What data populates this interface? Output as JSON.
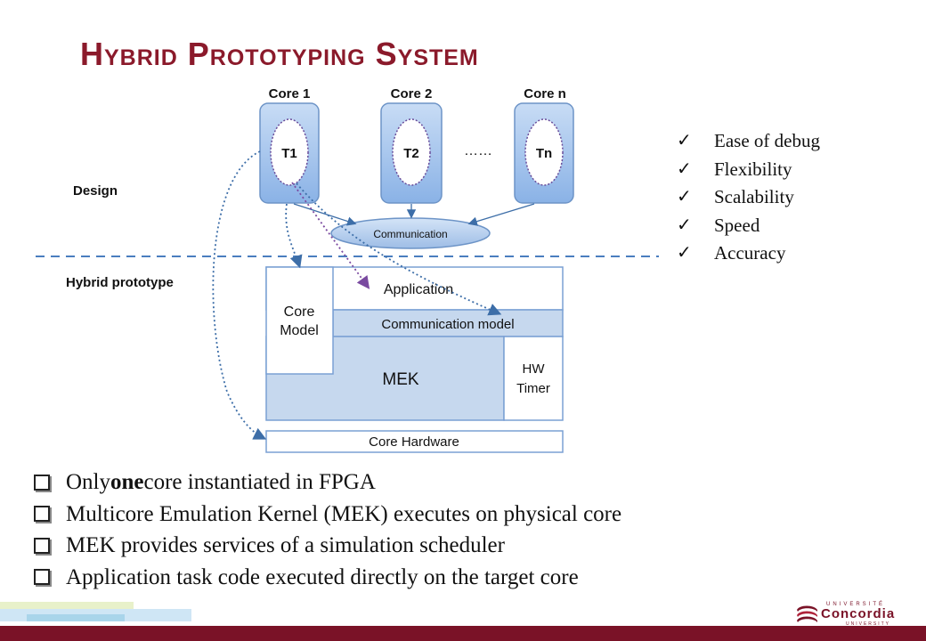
{
  "title": "Hybrid Prototyping System",
  "diagram": {
    "cores": [
      {
        "header": "Core 1",
        "task": "T1"
      },
      {
        "header": "Core 2",
        "task": "T2"
      },
      {
        "header": "Core n",
        "task": "Tn"
      }
    ],
    "ellipsis": "……",
    "communication": "Communication",
    "design_label": "Design",
    "hybrid_label": "Hybrid prototype",
    "application": "Application",
    "core_model_line1": "Core",
    "core_model_line2": "Model",
    "communication_model": "Communication model",
    "mek": "MEK",
    "hw_timer_line1": "HW",
    "hw_timer_line2": "Timer",
    "core_hardware": "Core Hardware"
  },
  "checklist": [
    "Ease of debug",
    "Flexibility",
    "Scalability",
    "Speed",
    "Accuracy"
  ],
  "bullets": [
    {
      "pre": "Only ",
      "bold": "one",
      "post": " core instantiated in FPGA"
    },
    {
      "pre": "Multicore Emulation Kernel (MEK) executes on physical core",
      "bold": "",
      "post": ""
    },
    {
      "pre": "MEK provides services of a simulation scheduler",
      "bold": "",
      "post": ""
    },
    {
      "pre": "Application task code executed directly on the target core",
      "bold": "",
      "post": ""
    }
  ],
  "logo": {
    "top": "UNIVERSITÉ",
    "main": "Concordia",
    "bottom": "UNIVERSITY"
  },
  "colors": {
    "title": "#8b1a2b",
    "core_fill": "#9cc0ea",
    "mek_fill": "#c6d8ee",
    "dashed_line": "#4a7ebf",
    "footer": "#7a1227"
  }
}
